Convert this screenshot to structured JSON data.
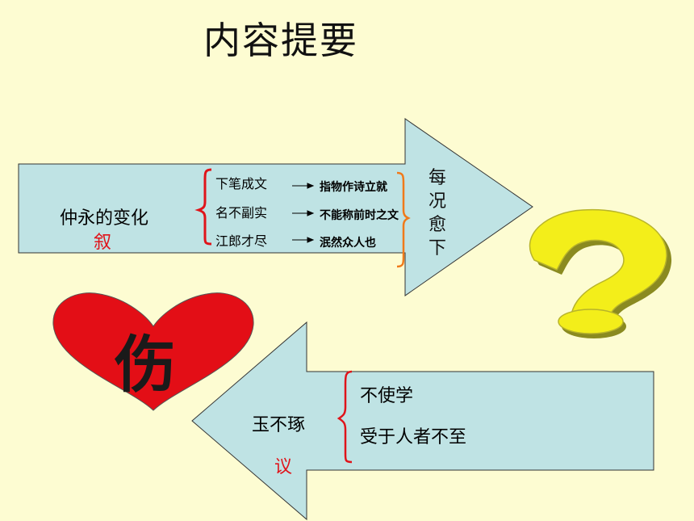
{
  "title": "内容提要",
  "top_arrow": {
    "main": "仲永的变化",
    "tag": "叙",
    "items": [
      {
        "left": "下笔成文",
        "right": "指物作诗立就"
      },
      {
        "left": "名不副实",
        "right": "不能称前时之文"
      },
      {
        "left": "江郎才尽",
        "right": "泯然众人也"
      }
    ],
    "vertical_text": "每况愈下"
  },
  "heart_text": "伤",
  "bottom_arrow": {
    "main": "玉不琢",
    "tag": "议",
    "lines": [
      "不使学",
      "受于人者不至"
    ]
  },
  "colors": {
    "background": "#fdfcd2",
    "arrow_fill": "#bfe3e4",
    "heart": "#e30e16",
    "question_mark": "#f3ee1a",
    "accent_red": "#e0141a",
    "brace_orange": "#f07a1a"
  },
  "icons": [
    "question-mark-icon",
    "heart-shape",
    "arrow-right-icon"
  ]
}
